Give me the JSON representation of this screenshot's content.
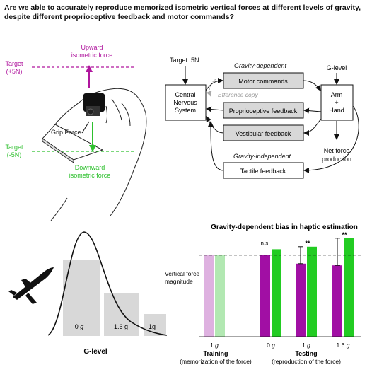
{
  "title": "Are we able to accurately reproduce memorized isometric vertical forces at different levels of gravity, despite different proprioceptive feedback and motor commands?",
  "hand_panel": {
    "upward_label_1": "Upward",
    "upward_label_2": "isometric force",
    "target_up_1": "Target",
    "target_up_2": "(+5N)",
    "target_down_1": "Target",
    "target_down_2": "(-5N)",
    "downward_label_1": "Downward",
    "downward_label_2": "isometric force",
    "grip_force": "Grip Force"
  },
  "diagram": {
    "target": "Target: 5N",
    "gravity_dependent": "Gravity-dependent",
    "gravity_independent": "Gravity-independent",
    "cns_1": "Central",
    "cns_2": "Nervous",
    "cns_3": "System",
    "motor_commands": "Motor commands",
    "efference_copy": "Efference copy",
    "proprioceptive": "Proprioceptive feedback",
    "vestibular": "Vestibular feedback",
    "tactile": "Tactile feedback",
    "g_level": "G-level",
    "arm_1": "Arm",
    "arm_2": "+",
    "arm_3": "Hand",
    "net_force_1": "Net force",
    "net_force_2": "production"
  },
  "parabola_panel": {
    "label_0g_num": "0",
    "label_0g_unit": "g",
    "label_16g": "1.6 g",
    "label_1g": "1g",
    "xlabel": "G-level"
  },
  "chart_data": {
    "type": "bar",
    "title": "Gravity-dependent bias in haptic estimation",
    "ylabel_1": "Vertical force",
    "ylabel_2": "magnitude",
    "groups": [
      {
        "label": "1 g",
        "label_num": "1",
        "label_unit": "g",
        "phase": "Training",
        "purple": 0.96,
        "green": 0.96
      },
      {
        "label": "0 g",
        "label_num": "0",
        "label_unit": "g",
        "phase": "Testing",
        "purple": 0.96,
        "green": 1.03,
        "significance": "n.s."
      },
      {
        "label": "1 g",
        "label_num": "1",
        "label_unit": "g",
        "phase": "Testing",
        "purple": 0.86,
        "green": 1.06,
        "significance": "**"
      },
      {
        "label": "1.6 g",
        "label_num": "1.6",
        "label_unit": "g",
        "phase": "Testing",
        "purple": 0.84,
        "green": 1.16,
        "significance": "**"
      }
    ],
    "reference_line": 0.96,
    "training_label_1": "Training",
    "training_label_2": "(memorization of the force)",
    "testing_label_1": "Testing",
    "testing_label_2": "(reproduction of the force)",
    "colors": {
      "purple": "#a10fa4",
      "green": "#22cc22",
      "purple_light": "#deb1e0",
      "green_light": "#b2e8b2"
    }
  },
  "colors": {
    "magenta": "#b0169e",
    "green": "#2ec02e",
    "gray_box": "#d8d8d8",
    "gray_text": "#999999"
  }
}
